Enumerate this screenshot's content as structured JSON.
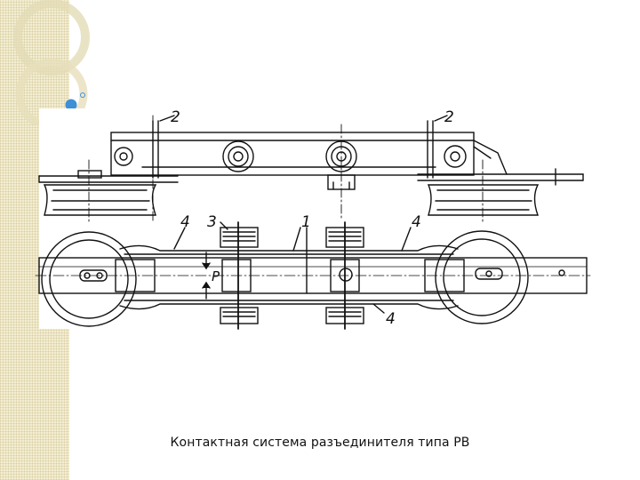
{
  "caption": "Контактная система разъединителя типа РВ",
  "labels": {
    "support_left": "2",
    "support_right": "2",
    "spring": "3",
    "knife": "1",
    "plate_upper_left": "4",
    "plate_upper_right": "4",
    "plate_lower": "4",
    "pressure": "P"
  },
  "colors": {
    "ink": "#111111",
    "band": "#f3eed2",
    "accent_blue": "#3d8fd6"
  }
}
